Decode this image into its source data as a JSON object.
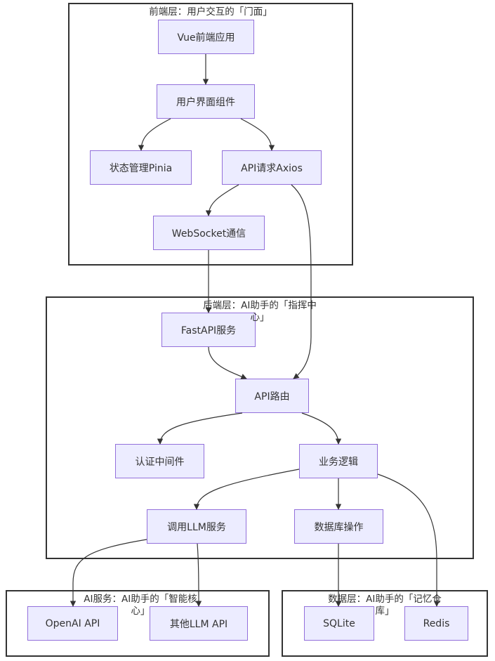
{
  "clusters": {
    "frontend": "前端层：用户交互的「门面」",
    "backend": "后端层：AI助手的「指挥中\n心」",
    "ai": "AI服务：AI助手的「智能核\n心」",
    "data": "数据层：AI助手的「记忆仓\n库」"
  },
  "nodes": {
    "vue": "Vue前端应用",
    "ui": "用户界面组件",
    "pinia": "状态管理Pinia",
    "axios": "API请求Axios",
    "ws": "WebSocket通信",
    "fastapi": "FastAPI服务",
    "router": "API路由",
    "auth": "认证中间件",
    "logic": "业务逻辑",
    "llm": "调用LLM服务",
    "db": "数据库操作",
    "openai": "OpenAI API",
    "otherllm": "其他LLM API",
    "sqlite": "SQLite",
    "redis": "Redis"
  },
  "colors": {
    "node_fill": "#ECECFF",
    "node_border": "#9370DB",
    "line": "#333333"
  }
}
